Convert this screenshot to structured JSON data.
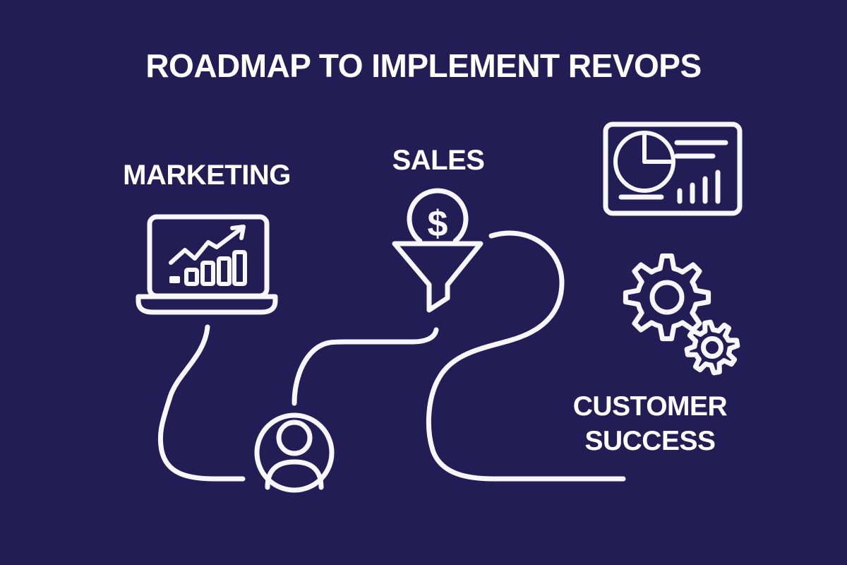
{
  "title": "ROADMAP TO IMPLEMENT REVOPS",
  "sections": {
    "marketing": {
      "label": "MARKETING",
      "icon": "laptop-analytics-icon"
    },
    "sales": {
      "label": "SALES",
      "icon": "sales-funnel-icon",
      "coin_symbol": "$"
    },
    "customer_success": {
      "label_line1": "CUSTOMER",
      "label_line2": "SUCCESS",
      "icons": [
        "dashboard-icon",
        "gears-icon",
        "user-icon"
      ]
    }
  },
  "flow": {
    "connectors": [
      "marketing-to-user",
      "funnel-to-user",
      "funnel-to-customer-success"
    ]
  },
  "colors": {
    "background": "#221d55",
    "line": "#f7f6fb",
    "text": "#ffffff"
  }
}
